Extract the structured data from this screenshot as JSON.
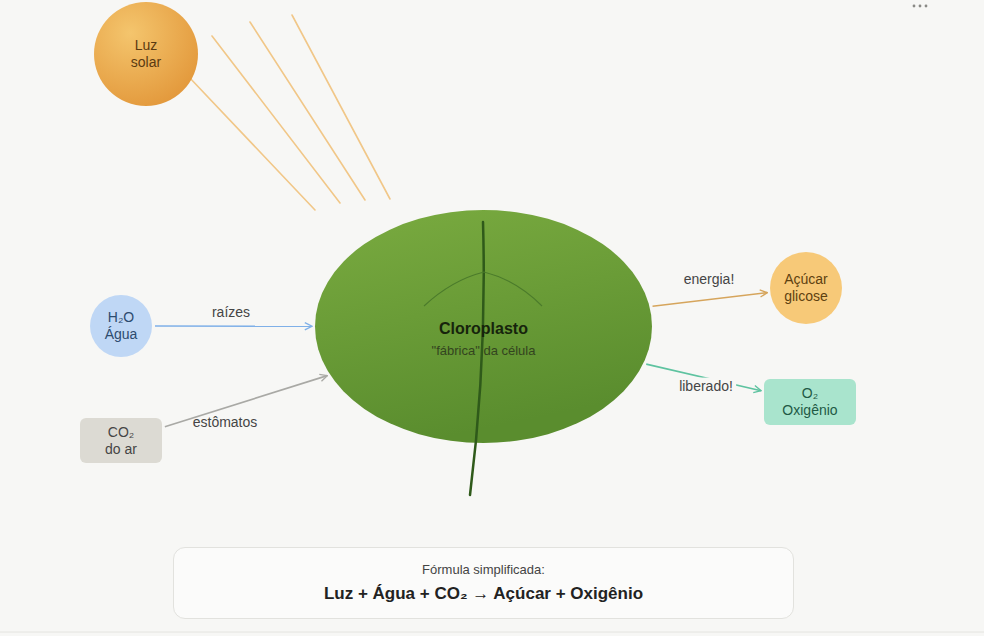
{
  "diagram": {
    "nodes": [
      {
        "text": [
          "Luz solar"
        ]
      },
      {
        "text": [
          "H₂O",
          "Água"
        ]
      },
      {
        "text": [
          "CO₂",
          "do ar"
        ]
      },
      {
        "text": [
          "Cloroplasto",
          "\"fábrica\" da célula"
        ]
      },
      {
        "text": [
          "Açúcar",
          "glicose"
        ]
      },
      {
        "text": [
          "O₂",
          "Oxigênio"
        ]
      },
      {
        "text": [
          "Fórmula simplificada:",
          "Luz + Água + CO₂ → Açúcar + Oxigênio"
        ]
      }
    ],
    "edges": [
      {
        "from": 1,
        "to": 3,
        "arrow": "to",
        "label": "raízes"
      },
      {
        "from": 2,
        "to": 3,
        "arrow": "to",
        "label": "estômatos"
      },
      {
        "from": 3,
        "to": 4,
        "arrow": "to",
        "label": "energia!"
      },
      {
        "from": 3,
        "to": 5,
        "arrow": "to",
        "label": "liberado!"
      }
    ]
  }
}
